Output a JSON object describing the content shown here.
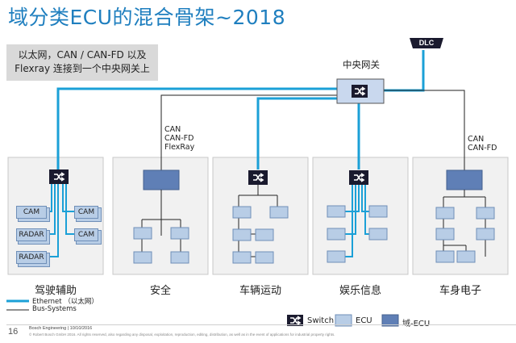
{
  "title": "域分类ECU的混合骨架~2018",
  "callout": {
    "line1": "以太网，CAN / CAN-FD 以及",
    "line2": "Flexray 连接到一个中央网关上"
  },
  "gateway_label": "中央网关",
  "dlc_label": "DLC",
  "bus_labels": {
    "safety": [
      "CAN",
      "CAN-FD",
      "FlexRay"
    ],
    "body": [
      "CAN",
      "CAN-FD"
    ]
  },
  "driver_assist_ecus": [
    "CAM",
    "CAM",
    "RADAR",
    "CAM",
    "RADAR"
  ],
  "domains": [
    "驾驶辅助",
    "安全",
    "车辆运动",
    "娱乐信息",
    "车身电子"
  ],
  "legend": {
    "ethernet": "Ethernet （以太网）",
    "bus": "Bus-Systems",
    "switch": "Switch",
    "ecu": "ECU",
    "domain_ecu": "域-ECU"
  },
  "footer": {
    "page": "16",
    "company": "Bosch Engineering | 10/10/2016",
    "copyright": "© Robert Bosch GmbH 2016. All rights reserved, also regarding any disposal, exploitation, reproduction, editing, distribution, as well as in the event of applications for industrial property rights."
  },
  "colors": {
    "title": "#1f7fbf",
    "ethernet": "#1ba0d7",
    "ecu": "#b8cde6",
    "domain_ecu": "#5f7fb6",
    "switch": "#1a1a2e",
    "gateway": "#c9d8ee",
    "panel": "#f1f1f1"
  }
}
